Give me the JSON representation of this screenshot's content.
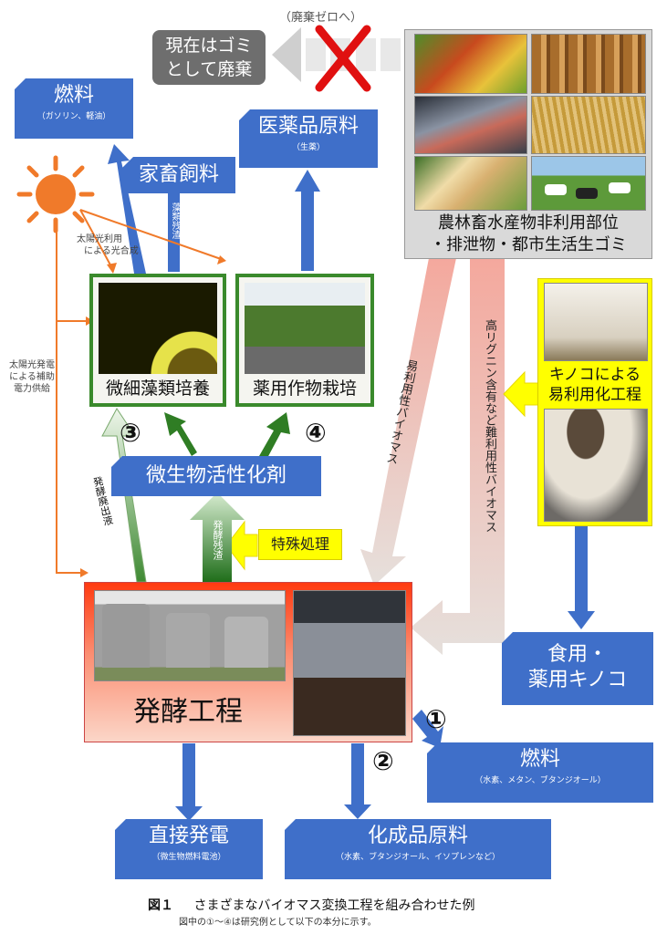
{
  "zero_waste": "（廃棄ゼロへ）",
  "current_waste": {
    "line1": "現在はゴミ",
    "line2": "として廃棄"
  },
  "fuel_top": {
    "main": "燃料",
    "sub": "（ガソリン、軽油）"
  },
  "livestock_feed": "家畜飼料",
  "pharma_raw": {
    "main": "医薬品原料",
    "sub": "（生薬）"
  },
  "sun_label": {
    "line1": "太陽光利用",
    "line2": "による光合成"
  },
  "solar_power": {
    "line1": "太陽光発電",
    "line2": "による補助",
    "line3": "電力供給"
  },
  "algae_residue": "藻類残渣",
  "biomass_source": {
    "line1": "農林畜水産物非利用部位",
    "line2": "・排泄物・都市生活生ゴミ"
  },
  "microalgae": "微細藻類培養",
  "medicinal_crops": "薬用作物栽培",
  "mushroom_process": {
    "line1": "キノコによる",
    "line2": "易利用化工程"
  },
  "easy_biomass": "易利用性バイオマス",
  "lignin_biomass": "高リグニン含有など難利用性バイオマス",
  "num3": "③",
  "num4": "④",
  "microbial_agent": "微生物活性化剤",
  "fermentation_effluent": "発酵廃出液",
  "fermentation_residue": "発酵残渣",
  "special_treatment": "特殊処理",
  "fermentation": "発酵工程",
  "num1": "①",
  "num2": "②",
  "edible_mushroom": {
    "line1": "食用・",
    "line2": "薬用キノコ"
  },
  "fuel_bottom": {
    "main": "燃料",
    "sub": "（水素、メタン、ブタンジオール）"
  },
  "direct_power": {
    "main": "直接発電",
    "sub": "（微生物燃料電池）"
  },
  "chemical_raw": {
    "main": "化成品原料",
    "sub": "（水素、ブタンジオール、イソプレンなど）"
  },
  "caption": {
    "fig": "図１",
    "title": "さまざまなバイオマス変換工程を組み合わせた例",
    "note": "図中の①〜④は研究例として以下の本分に示す。"
  },
  "colors": {
    "blue": "#3f6fc9",
    "green": "#3a8a2c",
    "orange": "#f07a2a",
    "pink_arrow": "#f2b0a8",
    "grey_box": "#d9d9d9",
    "yellow": "#ffff00",
    "red_cross": "#e01010"
  }
}
